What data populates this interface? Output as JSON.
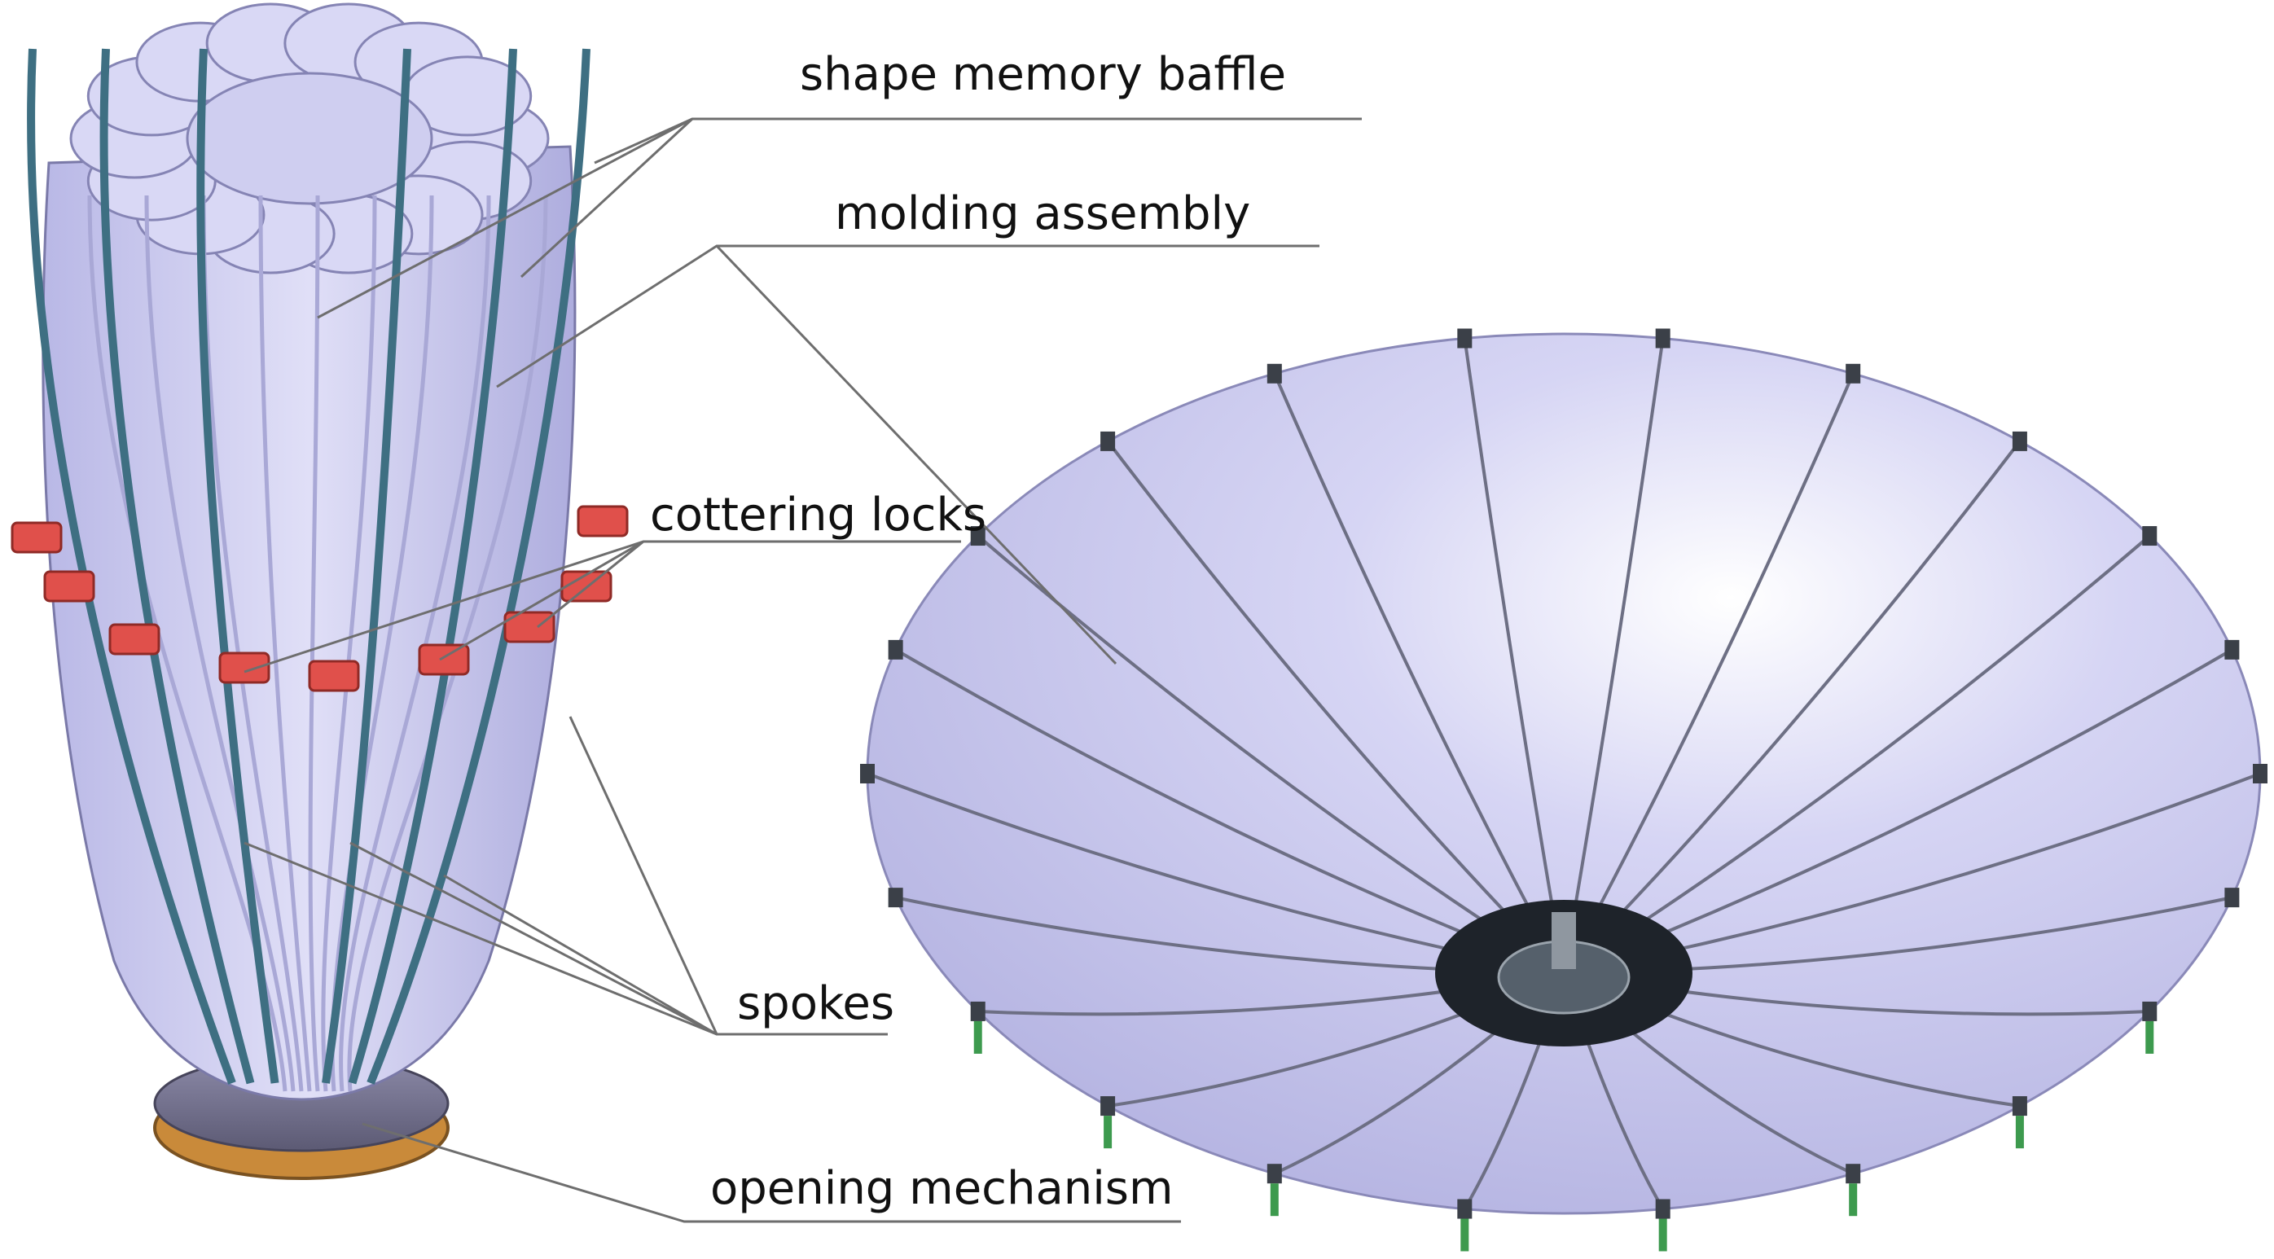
{
  "labels": {
    "baffle": "shape memory baffle",
    "molding": "molding assembly",
    "locks": "cottering locks",
    "spokes": "spokes",
    "mechanism": "opening mechanism"
  },
  "colors": {
    "membrane": "#c9c8ee",
    "membrane_shadow": "#a9a8d6",
    "truss": "#3e6f82",
    "lock": "#e0504b",
    "base": "#c98a3a",
    "leader": "#6e6e6e",
    "hub": "#1e232a",
    "foot": "#3d9a4e"
  },
  "icons": {
    "stowed": "stowed-antenna-drawing",
    "deployed": "deployed-reflector-drawing"
  }
}
